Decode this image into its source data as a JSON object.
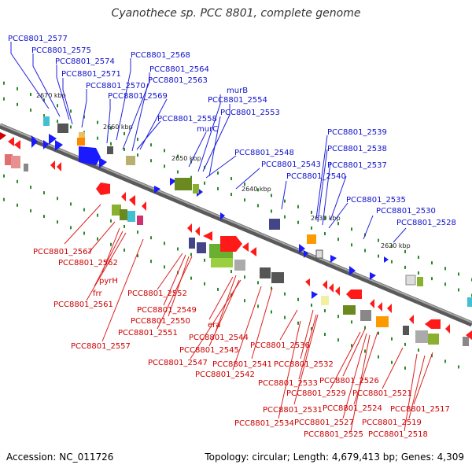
{
  "title": "Cyanothece sp. PCC 8801, complete genome",
  "footer": {
    "accession": "Accession: NC_011726",
    "summary": "Topology: circular; Length: 4,679,413 bp; Genes: 4,309"
  },
  "colors": {
    "forward_gene": "#1a1aff",
    "reverse_gene": "#ff1a1a",
    "backbone": "#808080",
    "label_blue": "#1010cc",
    "label_red": "#cc0000"
  },
  "kbp_ticks": [
    "2670 kbp",
    "2660 kbp",
    "2650 kbp",
    "2640 kbp",
    "2630 kbp",
    "2620 kbp"
  ],
  "top_labels": [
    "PCC8801_2577",
    "PCC8801_2575",
    "PCC8801_2574",
    "PCC8801_2571",
    "PCC8801_2570",
    "PCC8801_2569",
    "PCC8801_2568",
    "PCC8801_2564",
    "PCC8801_2563",
    "murB",
    "PCC8801_2554",
    "PCC8801_2553",
    "PCC8801_2558",
    "murC",
    "PCC8801_2548",
    "PCC8801_2543",
    "PCC8801_2539",
    "PCC8801_2538",
    "PCC8801_2537",
    "PCC8801_2540",
    "PCC8801_2535",
    "PCC8801_2530",
    "PCC8801_2528"
  ],
  "bottom_labels": [
    "PCC8801_2567",
    "PCC8801_2562",
    "pyrH",
    "frr",
    "PCC8801_2561",
    "PCC8801_2557",
    "PCC8801_2552",
    "PCC8801_2549",
    "PCC8801_2550",
    "PCC8801_2551",
    "era",
    "PCC8801_2544",
    "PCC8801_2545",
    "PCC8801_2547",
    "PCC8801_2541",
    "PCC8801_2542",
    "PCC8801_2536",
    "PCC8801_2532",
    "PCC8801_2533",
    "PCC8801_2526",
    "PCC8801_2529",
    "PCC8801_2521",
    "PCC8801_2531",
    "PCC8801_2524",
    "PCC8801_2517",
    "PCC8801_2534",
    "PCC8801_2527",
    "PCC8801_2519",
    "PCC8801_2525",
    "PCC8801_2518"
  ]
}
